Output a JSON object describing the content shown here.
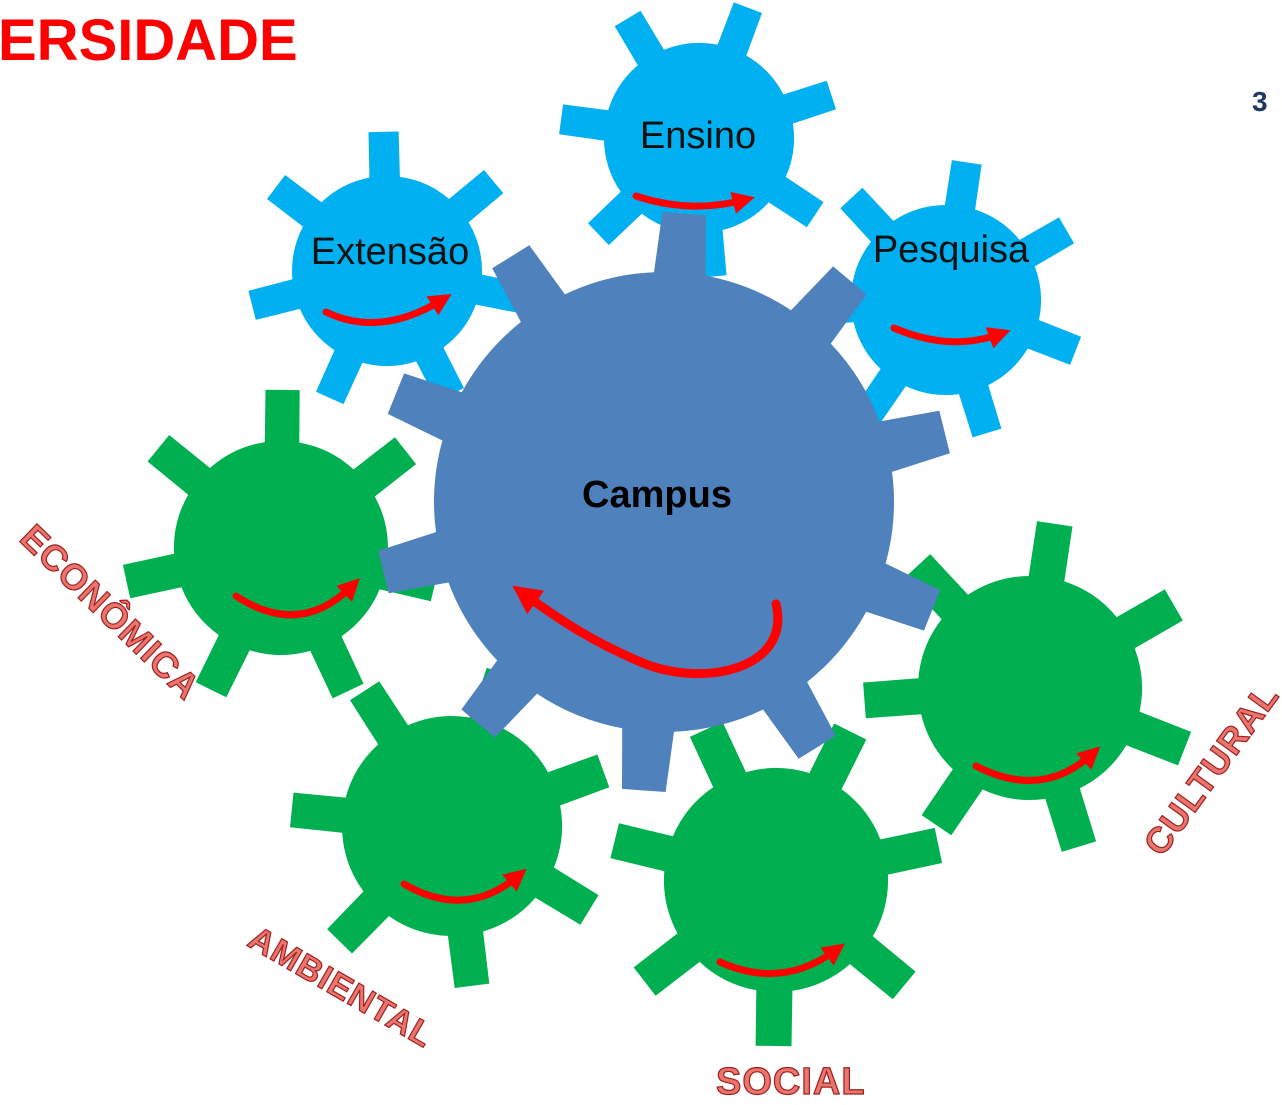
{
  "header": {
    "title": "ERSIDADE",
    "page_number": "3"
  },
  "gears": {
    "ensino": "Ensino",
    "extensao": "Extensão",
    "pesquisa": "Pesquisa",
    "campus": "Campus"
  },
  "dimensions": {
    "economica": "ECONÔMICA",
    "ambiental": "AMBIENTAL",
    "social": "SOCIAL",
    "cultural": "CULTURAL"
  },
  "colors": {
    "title": "#ff0000",
    "blue_gear": "#00b0f0",
    "campus_gear": "#4f81bd",
    "green_gear": "#00b050",
    "arrow": "#ff0000",
    "dimension_fill": "#e8766e",
    "dimension_stroke": "#a02020"
  }
}
